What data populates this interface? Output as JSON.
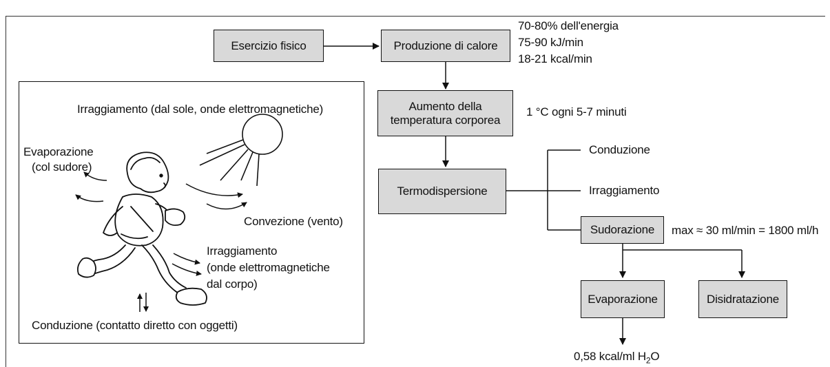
{
  "flow": {
    "esercizio": "Esercizio fisico",
    "produzione": "Produzione di calore",
    "produzione_notes": [
      "70-80% dell'energia",
      "75-90 kJ/min",
      "18-21 kcal/min"
    ],
    "aumento_line1": "Aumento della",
    "aumento_line2": "temperatura corporea",
    "aumento_note": "1 °C ogni 5-7 minuti",
    "termodispersione": "Termodispersione",
    "conduzione": "Conduzione",
    "irraggiamento": "Irraggiamento",
    "sudorazione": "Sudorazione",
    "sudorazione_note": "max ≈ 30 ml/min = 1800 ml/h",
    "evaporazione": "Evaporazione",
    "disidratazione": "Disidratazione",
    "evaporazione_note_prefix": "0,58 kcal/ml H",
    "evaporazione_note_sub": "2",
    "evaporazione_note_suffix": "O"
  },
  "illustration": {
    "irraggiamento_sole": "Irraggiamento (dal sole, onde elettromagnetiche)",
    "evaporazione_line1": "Evaporazione",
    "evaporazione_line2": "(col sudore)",
    "convezione": "Convezione (vento)",
    "irr_corpo_line1": "Irraggiamento",
    "irr_corpo_line2": "(onde elettromagnetiche",
    "irr_corpo_line3": "dal corpo)",
    "conduzione_contatto": "Conduzione (contatto diretto con oggetti)",
    "figure_icon": "running-person-icon",
    "sun_icon": "sun-icon"
  }
}
